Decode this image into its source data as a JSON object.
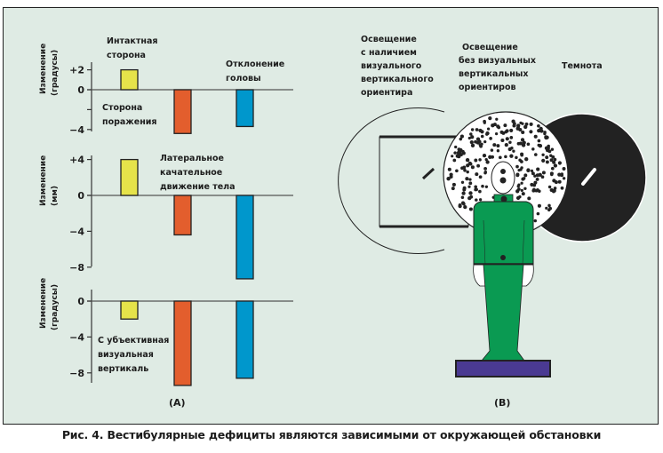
{
  "caption": "Рис. 4. Вестибулярные дефициты являются зависимыми от окружающей обстановки",
  "panel_labels": {
    "a": "(A)",
    "b": "(B)"
  },
  "colors": {
    "background": "#dfebe4",
    "intact_side": "#e6e34a",
    "lesion_side": "#e35e2d",
    "third_bar": "#0097cc",
    "figure_body": "#0a9a52",
    "platform": "#4a3a92",
    "dark_disk": "#222222"
  },
  "chart_data": [
    {
      "type": "bar",
      "title": "Отклонение головы",
      "ylabel": "Изменение (градусы)",
      "ylim": [
        -4.5,
        2.5
      ],
      "yticks": [
        {
          "v": 2,
          "label": "+2"
        },
        {
          "v": 0,
          "label": "0"
        },
        {
          "v": -2,
          "label": ""
        },
        {
          "v": -4,
          "label": "−4"
        }
      ],
      "annotations": [
        "Интактная сторона",
        "Сторона поражения"
      ],
      "values": [
        2,
        -4.4,
        -3.7
      ]
    },
    {
      "type": "bar",
      "title": "Латеральное качательное движение тела",
      "ylabel": "Изменение (мм)",
      "ylim": [
        -9.5,
        4.5
      ],
      "yticks": [
        {
          "v": 4,
          "label": "+4"
        },
        {
          "v": 0,
          "label": "0"
        },
        {
          "v": -4,
          "label": "−4"
        },
        {
          "v": -8,
          "label": "−8"
        }
      ],
      "annotations": [],
      "values": [
        4,
        -4.4,
        -9.3
      ]
    },
    {
      "type": "bar",
      "title": "Субъективная визуальная вертикаль",
      "ylabel": "Изменение (градусы)",
      "ylim": [
        -9.5,
        0.5
      ],
      "yticks": [
        {
          "v": 0,
          "label": "0"
        },
        {
          "v": -4,
          "label": "−4"
        },
        {
          "v": -8,
          "label": "−8"
        }
      ],
      "annotations": [],
      "values": [
        -2,
        -9.4,
        -8.6
      ]
    }
  ],
  "chart_text": {
    "p1_intact": [
      "Интактная",
      "сторона"
    ],
    "p1_lesion": [
      "Сторона",
      "поражения"
    ],
    "p1_title": [
      "Отклонение",
      "головы"
    ],
    "p2_title": [
      "Латеральное",
      "качательное",
      "движение тела"
    ],
    "p3_title": [
      "С убъективная",
      "визуальная",
      "вертикаль"
    ],
    "ylab1": [
      "Изменение",
      "(градусы)"
    ],
    "ylab2": [
      "Изменение",
      "(мм)"
    ],
    "ylab3": [
      "Изменение",
      "(градусы)"
    ]
  },
  "diagram": {
    "condition_1": [
      "Освещение",
      "с наличием",
      "визуального",
      "вертикального",
      "ориентира"
    ],
    "condition_2": [
      "Освещение",
      "без визуальных",
      "вертикальных",
      "ориентиров"
    ],
    "condition_3": [
      "Темнота"
    ]
  }
}
